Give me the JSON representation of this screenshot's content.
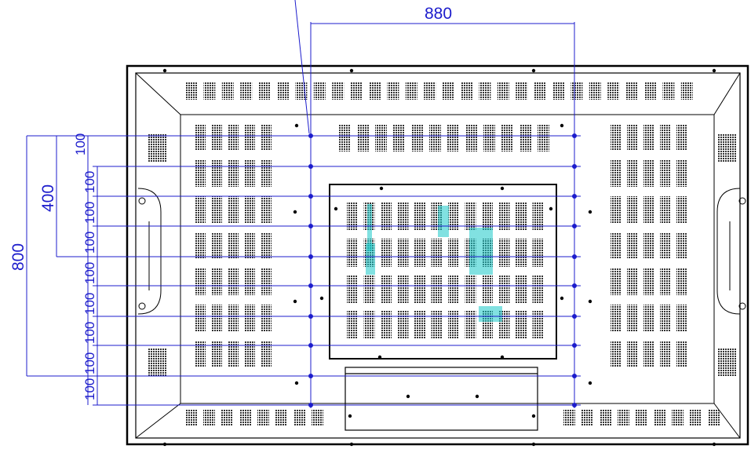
{
  "dimensions": {
    "horizontal_label": "880",
    "vertical_total_label": "800",
    "vertical_half_label": "400",
    "vertical_step_labels": [
      "100",
      "100",
      "100",
      "100",
      "100",
      "100",
      "100",
      "100",
      "100"
    ]
  },
  "colors": {
    "outline": "#000000",
    "dimension": "#1c1ccc",
    "vent": "#333333",
    "accent": "#19c8c8"
  }
}
